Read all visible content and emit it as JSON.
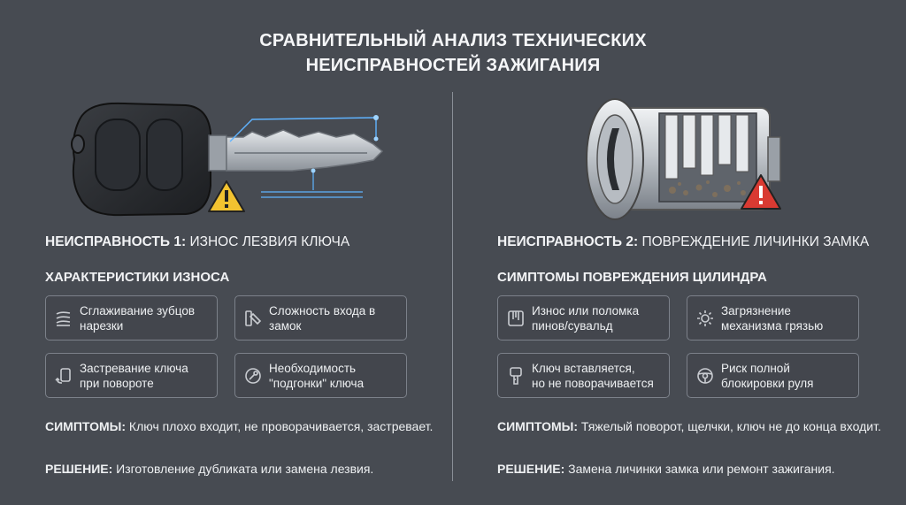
{
  "title": {
    "line1": "СРАВНИТЕЛЬНЫЙ АНАЛИЗ ТЕХНИЧЕСКИХ",
    "line2": "НЕИСПРАВНОСТЕЙ ЗАЖИГАНИЯ"
  },
  "left": {
    "fault_prefix": "НЕИСПРАВНОСТЬ 1:",
    "fault_name": "ИЗНОС ЛЕЗВИЯ КЛЮЧА",
    "section": "ХАРАКТЕРИСТИКИ ИЗНОСА",
    "cards": [
      {
        "line1": "Сглаживание зубцов",
        "line2": "нарезки",
        "icon": "worn-teeth-icon"
      },
      {
        "line1": "Сложность входа в",
        "line2": "замок",
        "icon": "key-insert-icon"
      },
      {
        "line1": "Застревание ключа",
        "line2": "при повороте",
        "icon": "stuck-key-icon"
      },
      {
        "line1": "Необходимость",
        "line2": "\"подгонки\" ключа",
        "icon": "adjust-key-icon"
      }
    ],
    "symptoms_label": "СИМПТОМЫ:",
    "symptoms_text": "Ключ плохо входит, не проворачивается, застревает.",
    "solution_label": "РЕШЕНИЕ:",
    "solution_text": "Изготовление дубликата или замена лезвия."
  },
  "right": {
    "fault_prefix": "НЕИСПРАВНОСТЬ 2:",
    "fault_name": "ПОВРЕЖДЕНИЕ ЛИЧИНКИ ЗАМКА",
    "section": "СИМПТОМЫ ПОВРЕЖДЕНИЯ ЦИЛИНДРА",
    "cards": [
      {
        "line1": "Износ или поломка",
        "line2": "пинов/сувальд",
        "icon": "pins-icon"
      },
      {
        "line1": "Загрязнение",
        "line2": "механизма грязью",
        "icon": "dirt-gear-icon"
      },
      {
        "line1": "Ключ вставляется,",
        "line2": "но не поворачивается",
        "icon": "key-no-turn-icon"
      },
      {
        "line1": "Риск полной",
        "line2": "блокировки руля",
        "icon": "steering-wheel-icon"
      }
    ],
    "symptoms_label": "СИМПТОМЫ:",
    "symptoms_text": "Тяжелый поворот, щелчки, ключ не до конца входит.",
    "solution_label": "РЕШЕНИЕ:",
    "solution_text": "Замена личинки замка или ремонт зажигания."
  },
  "colors": {
    "background": "#474b52",
    "warning_yellow": "#f2c230",
    "warning_red": "#d93a32",
    "highlight_blue": "#5fb3ff"
  }
}
